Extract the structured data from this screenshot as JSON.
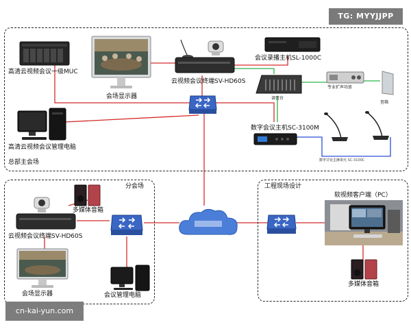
{
  "badges": {
    "tg": "TG: MYYJJPP",
    "watermark": "cn-kai-yun.com"
  },
  "zones": {
    "main": "总部主会场",
    "branch": "分会场",
    "site": "工程现场设计"
  },
  "main": {
    "mcu": "高清云视频会议一级MUC",
    "display": "会场显示器",
    "terminal": "云视频会议终端SV-HD60S",
    "recorder": "会议录播主机SL-1000C",
    "amplifier": "专业扩声功放",
    "speaker": "音箱",
    "mixer": "调音台",
    "host": "数字会议主机SC-3100M",
    "mgmt_pc": "高清云视频会议管理电脑",
    "mic_unit": "数字讨论主席单元 SC-3100C"
  },
  "branch": {
    "speaker_box": "多媒体音箱",
    "terminal": "云视频会议终端SV-HD60S",
    "display": "会场显示器",
    "mgmt_pc": "会议管理电脑"
  },
  "site": {
    "client": "软视频客户端（PC）",
    "speaker_box": "多媒体音箱"
  },
  "colors": {
    "red_link": "#d42a2a",
    "green_link": "#2fb24a",
    "blue_link": "#2b4fd8",
    "switch": "#3a66c4"
  }
}
